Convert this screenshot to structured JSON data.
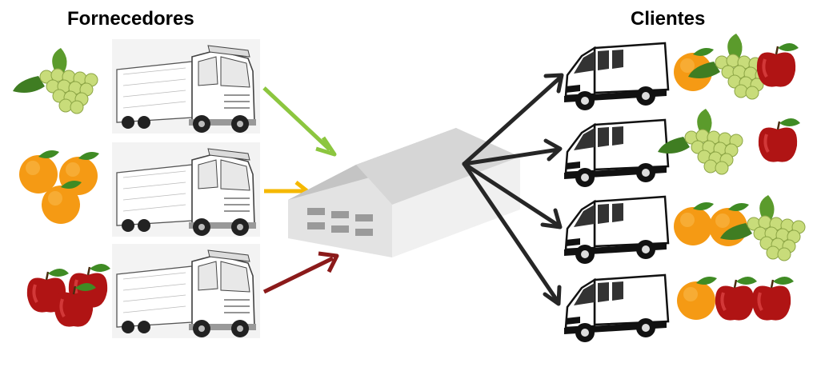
{
  "title_suppliers": "Fornecedores",
  "title_customers": "Clientes",
  "colors": {
    "green_arrow": "#8cc63f",
    "orange_arrow": "#f5b800",
    "red_arrow": "#8b1a1a",
    "dark_arrow": "#262626",
    "warehouse_front": "#e2e2e2",
    "warehouse_roof": "#cfcfcf"
  },
  "suppliers": [
    {
      "fruit": "grapes",
      "arrow": "green"
    },
    {
      "fruit": "oranges",
      "arrow": "orange"
    },
    {
      "fruit": "apples",
      "arrow": "red"
    }
  ],
  "customers": [
    {
      "fruits": [
        "orange",
        "grapes",
        "apple"
      ]
    },
    {
      "fruits": [
        "grapes",
        "apple"
      ]
    },
    {
      "fruits": [
        "orange",
        "orange",
        "grapes"
      ]
    },
    {
      "fruits": [
        "orange",
        "apple",
        "apple"
      ]
    }
  ]
}
